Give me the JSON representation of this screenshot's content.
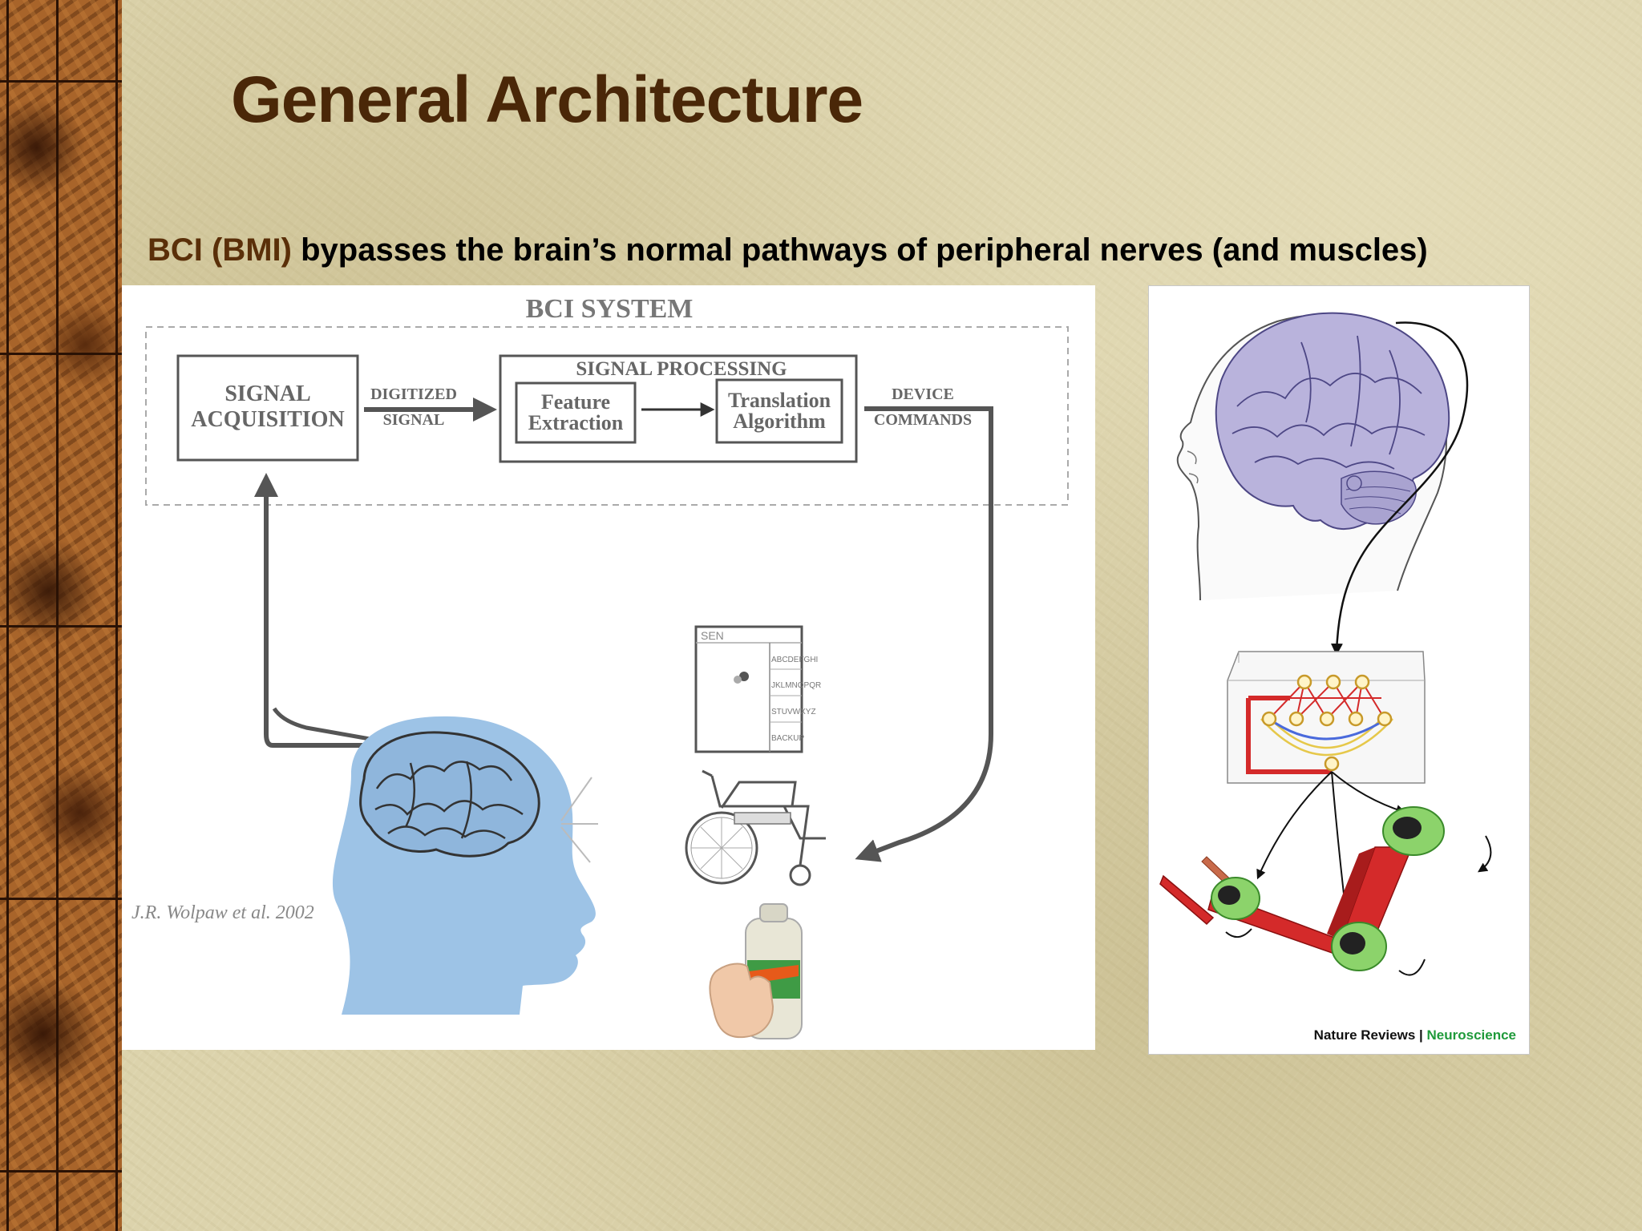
{
  "slide": {
    "title": "General Architecture",
    "subtitle_accent": "BCI (BMI)",
    "subtitle_rest": " bypasses the brain’s normal pathways of peripheral nerves (and muscles)"
  },
  "left_figure": {
    "system_label": "BCI SYSTEM",
    "acquisition_line1": "SIGNAL",
    "acquisition_line2": "ACQUISITION",
    "digitized_line1": "DIGITIZED",
    "digitized_line2": "SIGNAL",
    "processing_label": "SIGNAL PROCESSING",
    "feature_line1": "Feature",
    "feature_line2": "Extraction",
    "translation_line1": "Translation",
    "translation_line2": "Algorithm",
    "device_line1": "DEVICE",
    "device_line2": "COMMANDS",
    "speller_header": "SEN",
    "speller_rows": [
      "ABCDEFGHI",
      "JKLMNOPQR",
      "STUVWXYZ",
      "BACKUP"
    ],
    "citation": "J.R. Wolpaw et al. 2002"
  },
  "right_figure": {
    "credit_journal": "Nature Reviews",
    "credit_separator": " | ",
    "credit_section": "Neuroscience"
  },
  "colors": {
    "title": "#4a2708",
    "accent": "#5a2f09",
    "head_blue": "#9dc3e6",
    "brain_purple": "#b9b3dc",
    "arm_red": "#d42a2a",
    "joint_green": "#8cd36b",
    "credit_green": "#1f9a3a"
  }
}
